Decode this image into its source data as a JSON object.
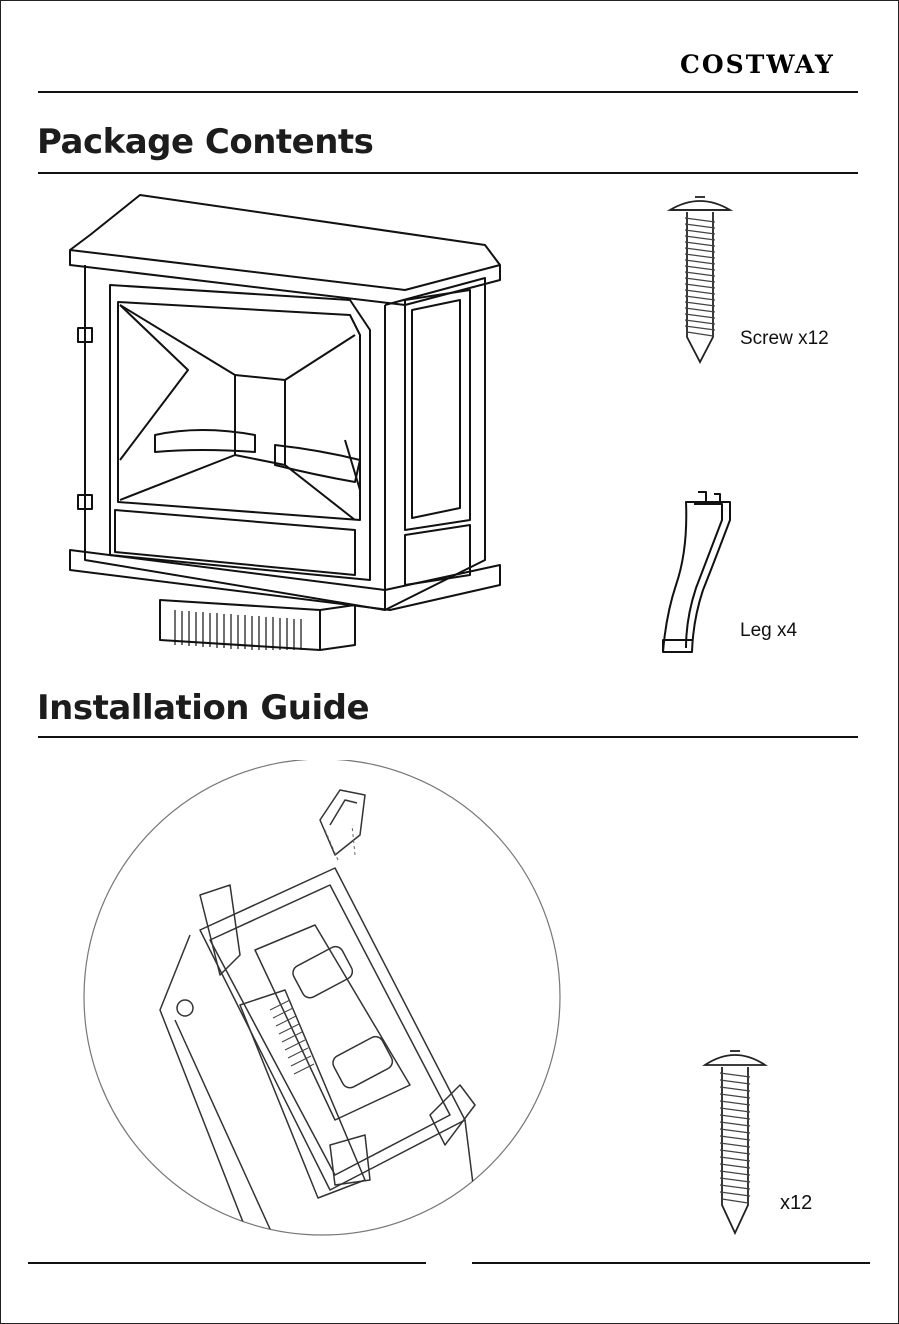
{
  "header": {
    "brand": "COSTWAY"
  },
  "sections": {
    "package_contents": {
      "title": "Package Contents",
      "items": [
        {
          "label": "Screw x12",
          "icon": "screw-icon"
        },
        {
          "label": "Leg x4",
          "icon": "leg-icon"
        }
      ],
      "product_illustration": "fireplace-heater-icon"
    },
    "installation_guide": {
      "title": "Installation Guide",
      "screw_label": "x12",
      "illustration": "installation-diagram-icon"
    }
  }
}
